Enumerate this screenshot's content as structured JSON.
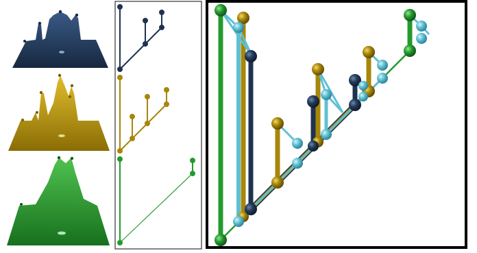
{
  "figure": {
    "colors": {
      "navy": "#1f3350",
      "gold": "#a7860a",
      "green": "#249a2e",
      "cyan": "#5fc0d4",
      "frame": "#000000",
      "thin_frame": "#333333"
    },
    "surfaces": [
      {
        "id": "navy",
        "color": "#223a5c"
      },
      {
        "id": "gold",
        "color": "#b39010"
      },
      {
        "id": "green",
        "color": "#2b9a2e"
      }
    ],
    "trees": [
      {
        "id": "navy",
        "color": "#1f3350"
      },
      {
        "id": "gold",
        "color": "#a7860a"
      },
      {
        "id": "green",
        "color": "#249a2e"
      }
    ],
    "comparison": {
      "series": [
        "green",
        "gold",
        "navy",
        "cyan"
      ]
    }
  }
}
